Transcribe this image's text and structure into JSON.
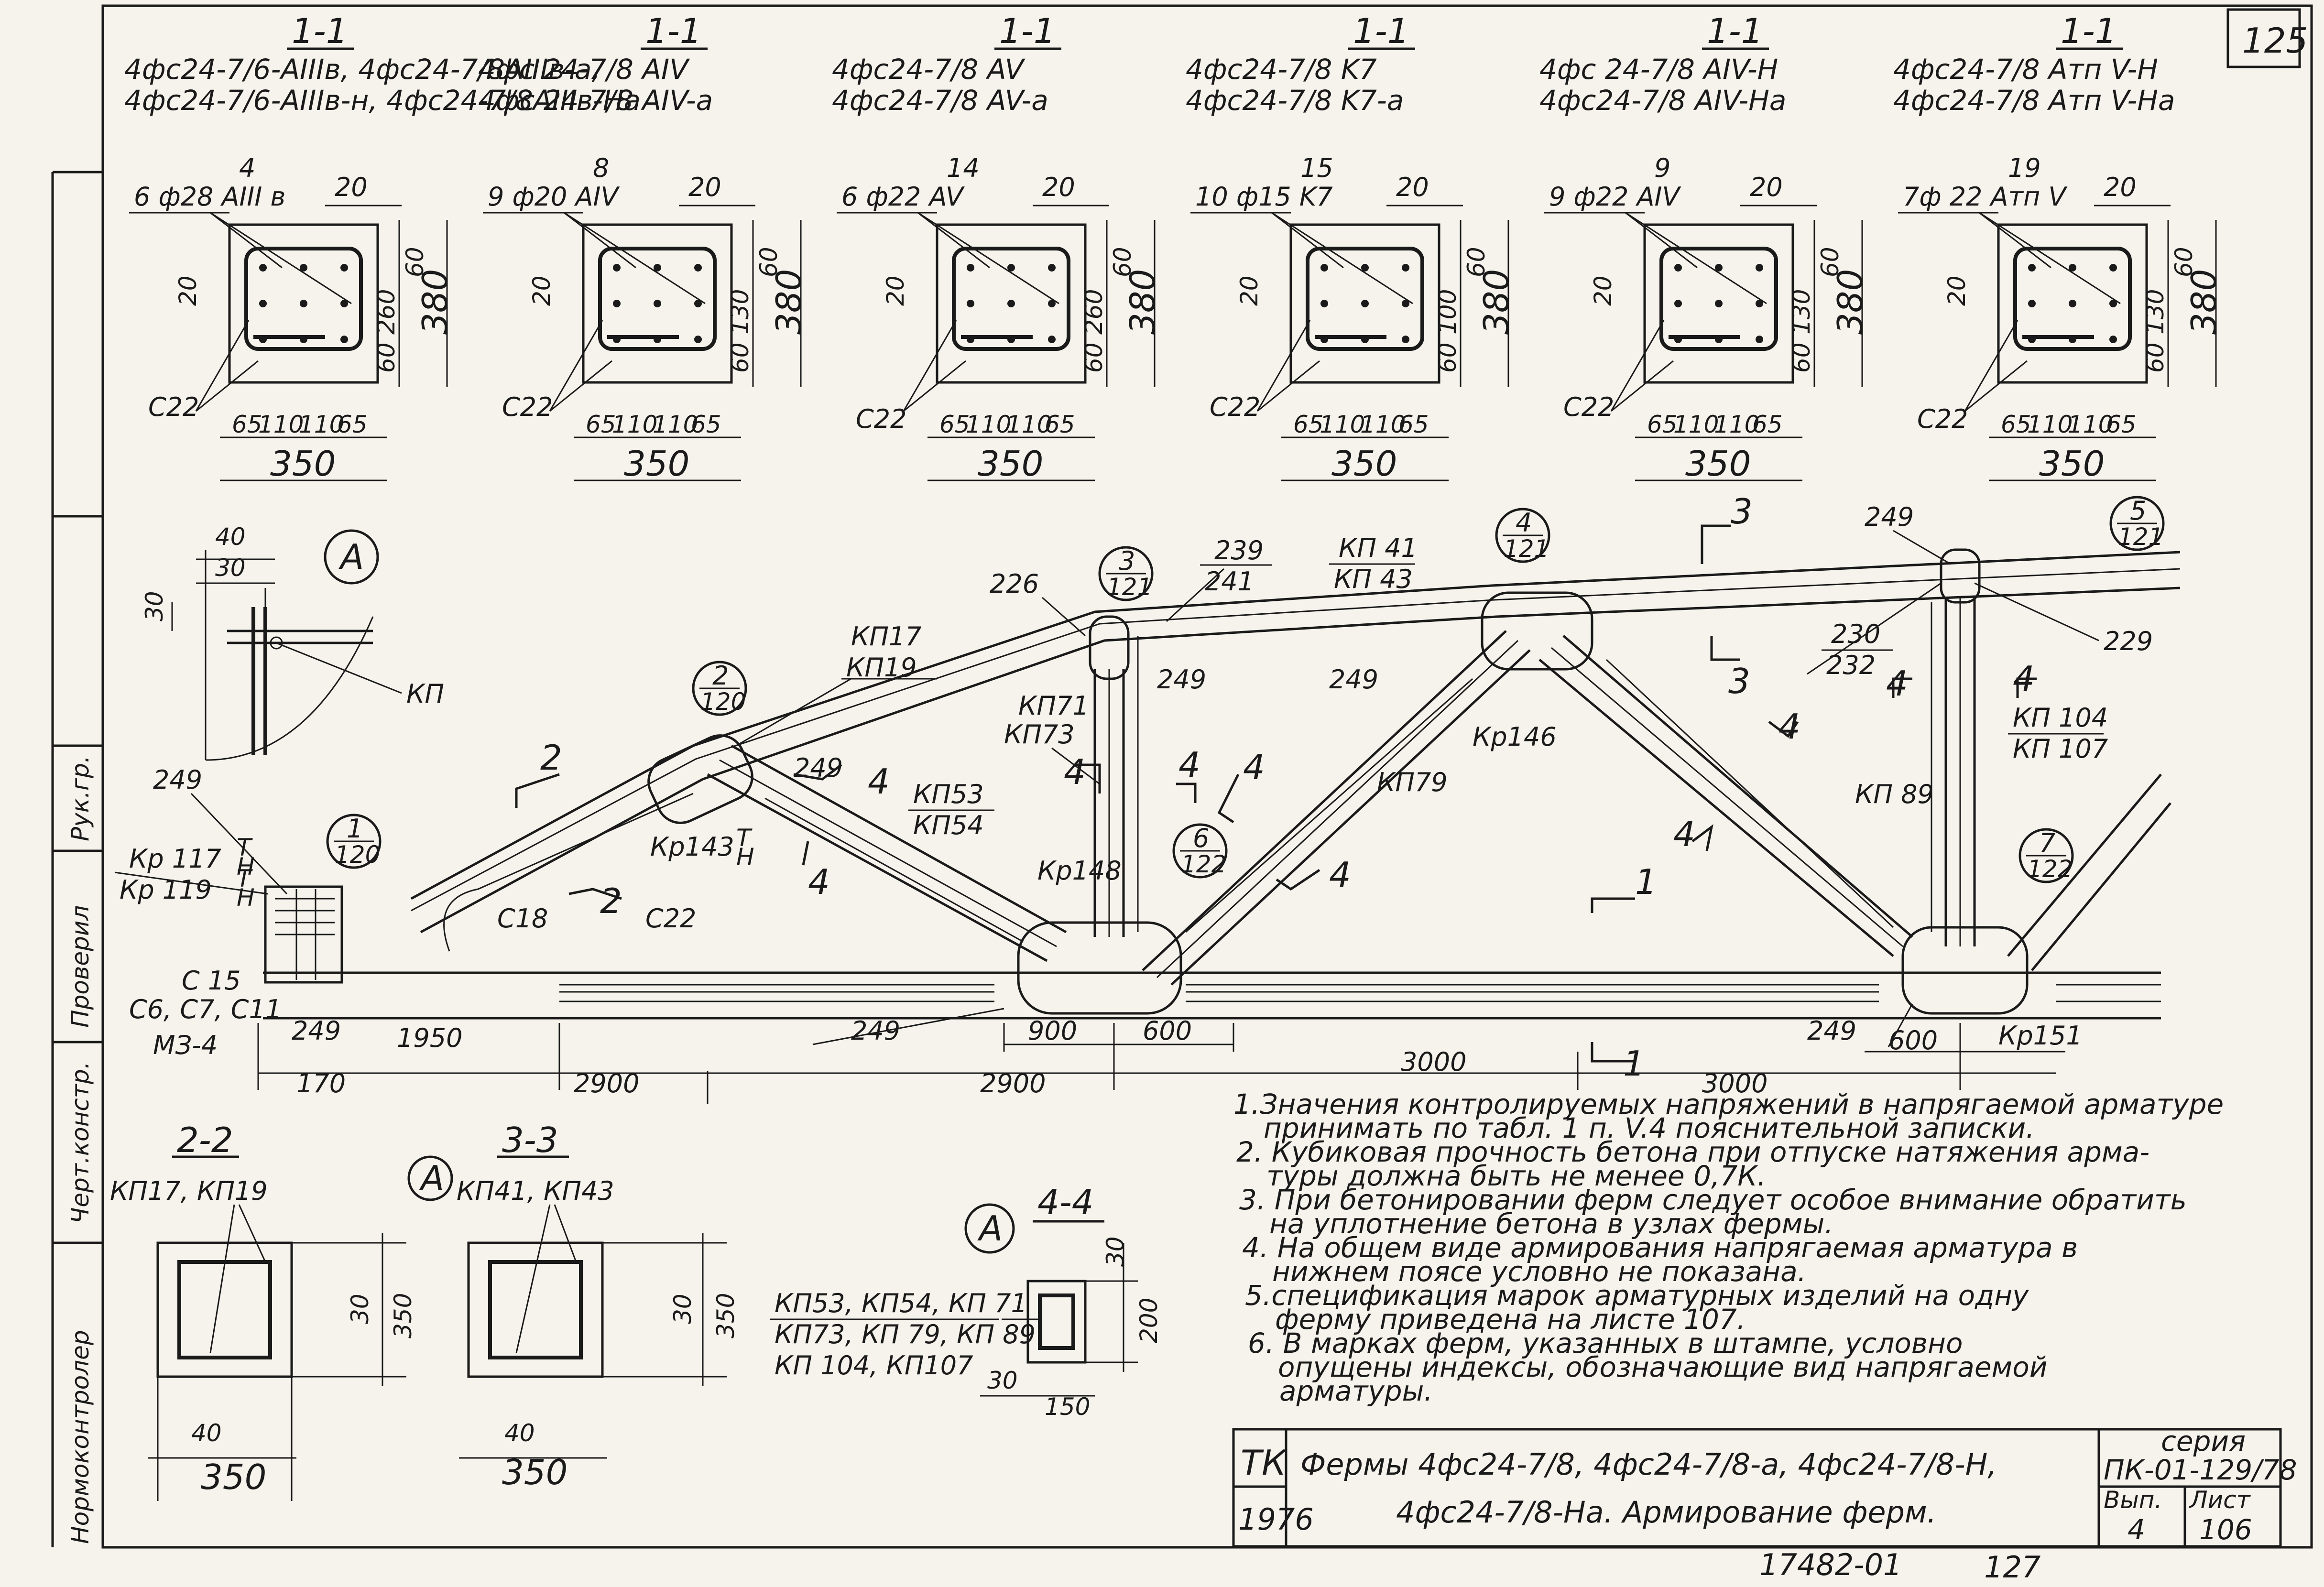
{
  "sheet_number": "125",
  "sections": [
    {
      "cut": "1-1",
      "line1": "4фс24-7/6-AIIIв, 4фс24-7/8AIIIв-а,",
      "line2": "4фс24-7/6-AIIIв-н, 4фс24-7/8AIIIв-На",
      "pos": "4",
      "rebar": "6 ф28 AIII в",
      "stirrup": "С22",
      "dims_h": [
        "65",
        "110",
        "110",
        "65"
      ],
      "width": "350",
      "dims_v": [
        "20",
        "60",
        "260",
        "60"
      ],
      "height": "380",
      "cover": "20"
    },
    {
      "cut": "1-1",
      "line1": "4фс 24-7/8 AIV",
      "line2": "4фс 24-7/8 AIV-а",
      "pos": "8",
      "rebar": "9 ф20 AIV",
      "stirrup": "С22",
      "dims_h": [
        "65",
        "110",
        "110",
        "65"
      ],
      "width": "350",
      "dims_v": [
        "20",
        "60",
        "130",
        "60"
      ],
      "height": "380",
      "cover": "20"
    },
    {
      "cut": "1-1",
      "line1": "4фс24-7/8 AV",
      "line2": "4фс24-7/8 AV-а",
      "pos": "14",
      "rebar": "6 ф22 AV",
      "stirrup": "С22",
      "dims_h": [
        "65",
        "110",
        "110",
        "65"
      ],
      "width": "350",
      "dims_v": [
        "20",
        "60",
        "260",
        "60"
      ],
      "height": "380",
      "cover": "20"
    },
    {
      "cut": "1-1",
      "line1": "4фс24-7/8 K7",
      "line2": "4фс24-7/8 K7-а",
      "pos": "15",
      "rebar": "10 ф15 K7",
      "stirrup": "С22",
      "dims_h": [
        "65",
        "110",
        "110",
        "65"
      ],
      "width": "350",
      "dims_v": [
        "20",
        "60",
        "100",
        "60"
      ],
      "height": "380",
      "cover": "20"
    },
    {
      "cut": "1-1",
      "line1": "4фс 24-7/8 AIV-H",
      "line2": "4фс24-7/8 AIV-На",
      "pos": "9",
      "rebar": "9 ф22 AIV",
      "stirrup": "С22",
      "dims_h": [
        "65",
        "110",
        "110",
        "65"
      ],
      "width": "350",
      "dims_v": [
        "20",
        "60",
        "130",
        "60"
      ],
      "height": "380",
      "cover": "20"
    },
    {
      "cut": "1-1",
      "line1": "4фс24-7/8 Aтп V-H",
      "line2": "4фс24-7/8 Aтп V-На",
      "pos": "19",
      "rebar": "7ф 22 Aтп V",
      "stirrup": "С22",
      "dims_h": [
        "65",
        "110",
        "110",
        "65"
      ],
      "width": "350",
      "dims_v": [
        "20",
        "60",
        "130",
        "60"
      ],
      "height": "380",
      "cover": "20"
    }
  ],
  "detail_a": {
    "tag": "A",
    "dim1": "40",
    "dim2": "30",
    "dim3": "30",
    "label": "КП"
  },
  "truss": {
    "labels": {
      "kp17": "КП17",
      "kp19": "КП19",
      "kp41": "КП 41",
      "kp43": "КП 43",
      "kp71": "КП71",
      "kp73": "КП73",
      "kp53": "КП53",
      "kp54": "КП54",
      "kp79": "КП79",
      "kp89": "КП 89",
      "kp104": "КП 104",
      "kp107": "КП 107",
      "kr117": "Кр 117",
      "kr119": "Кр 119",
      "kr143": "Кр143",
      "kr146": "Кр146",
      "kr148": "Кр148",
      "kr151": "Кр151",
      "c15": "С 15",
      "c6": "С6, С7, С11",
      "c18": "С18",
      "c22": "С22",
      "m34": "МЗ-4",
      "p249": "249",
      "p226": "226",
      "p239": "239",
      "p241": "241",
      "p230": "230",
      "p232": "232",
      "p229": "229",
      "th": "Т",
      "nh": "Н"
    },
    "nodes": [
      {
        "num": "1",
        "sheet": "120"
      },
      {
        "num": "2",
        "sheet": "120"
      },
      {
        "num": "3",
        "sheet": "121"
      },
      {
        "num": "4",
        "sheet": "121"
      },
      {
        "num": "5",
        "sheet": "121"
      },
      {
        "num": "6",
        "sheet": "122"
      },
      {
        "num": "7",
        "sheet": "122"
      }
    ],
    "cut_marks": [
      "1",
      "2",
      "3",
      "4"
    ],
    "dims": [
      "170",
      "1950",
      "2900",
      "2900",
      "900",
      "600",
      "3000",
      "3000",
      "600"
    ]
  },
  "small_sections": [
    {
      "cut": "2-2",
      "marks": "КП17, КП19",
      "d1": "30",
      "d2": "350",
      "d3": "40",
      "width": "350"
    },
    {
      "cut": "3-3",
      "marks": "КП41, КП43",
      "d1": "30",
      "d2": "350",
      "d3": "40",
      "width": "350",
      "tag": "A"
    },
    {
      "cut": "4-4",
      "tag": "A",
      "marks_top": "КП53, КП54, КП 71",
      "marks_mid": "КП73, КП 79, КП 89",
      "marks_bot": "КП 104, КП107",
      "d1": "30",
      "d2": "200",
      "d3": "30",
      "width": "150"
    }
  ],
  "notes": [
    "1.Значения контролируемых напряжений в напрягаемой арматуре",
    "принимать по табл. 1 п. V.4 пояснительной записки.",
    "2. Кубиковая прочность бетона при отпуске натяжения арма-",
    "туры должна быть не менее 0,7К.",
    "3. При бетонировании ферм следует особое внимание обратить",
    "на уплотнение бетона в узлах фермы.",
    "4. На общем виде армирования напрягаемая арматура в",
    "нижнем поясе условно не показана.",
    "5.спецификация марок арматурных изделий на одну",
    "ферму приведена на листе 107.",
    "6. В марках ферм, указанных в штампе, условно",
    "опущены индексы, обозначающие вид напрягаемой",
    "арматуры."
  ],
  "title_block": {
    "org": "ТК",
    "year": "1976",
    "title1": "Фермы 4фс24-7/8, 4фс24-7/8-а, 4фс24-7/8-Н,",
    "title2": "4фс24-7/8-На. Армирование ферм.",
    "series_label": "серия",
    "series": "ПК-01-129/78",
    "issue_label": "Вып.",
    "issue": "4",
    "sheet_label": "Лист",
    "sheet": "106"
  },
  "footer": {
    "code": "17482-01",
    "page": "127"
  },
  "side_labels": [
    "Нормоконтролер",
    "Черт.констр.",
    "Проверил",
    "Рук.гр."
  ]
}
